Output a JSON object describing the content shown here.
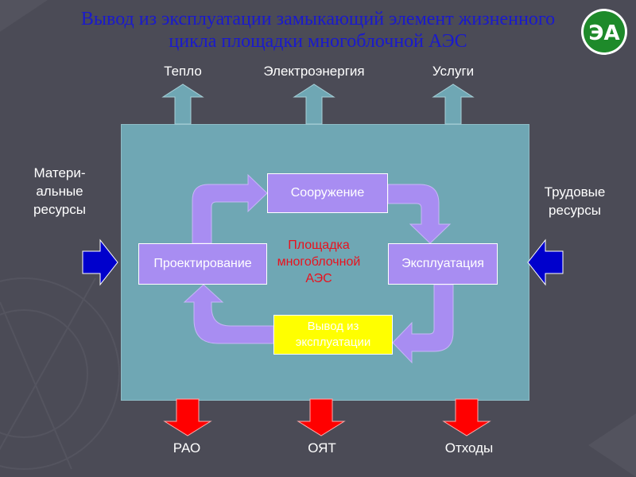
{
  "title": "Вывод из эксплуатации замыкающий элемент жизненного цикла площадки многоблочной АЭС",
  "logo": {
    "text": "ЭА",
    "icon": "company-logo"
  },
  "outputs_top": [
    "Тепло",
    "Электроэнергия",
    "Услуги"
  ],
  "outputs_bottom": [
    "РАО",
    "ОЯТ",
    "Отходы"
  ],
  "inputs": {
    "left": "Матери-\nальные\nресурсы",
    "right": "Трудовые\nресурсы"
  },
  "cycle": {
    "construction": "Сооружение",
    "operation": "Эксплуатация",
    "decommissioning": "Вывод из эксплуатации",
    "design": "Проектирование"
  },
  "center_label": "Площадка многоблочной АЭС",
  "colors": {
    "title": "#1a1acc",
    "plant": "#6fa7b4",
    "cycle_arrow": "#a88df2",
    "input_arrow": "#0000cc",
    "waste_arrow": "#ff0000",
    "top_arrow": "#6fa7b4",
    "highlight": "#ffff00",
    "center_text": "#e8121e"
  }
}
